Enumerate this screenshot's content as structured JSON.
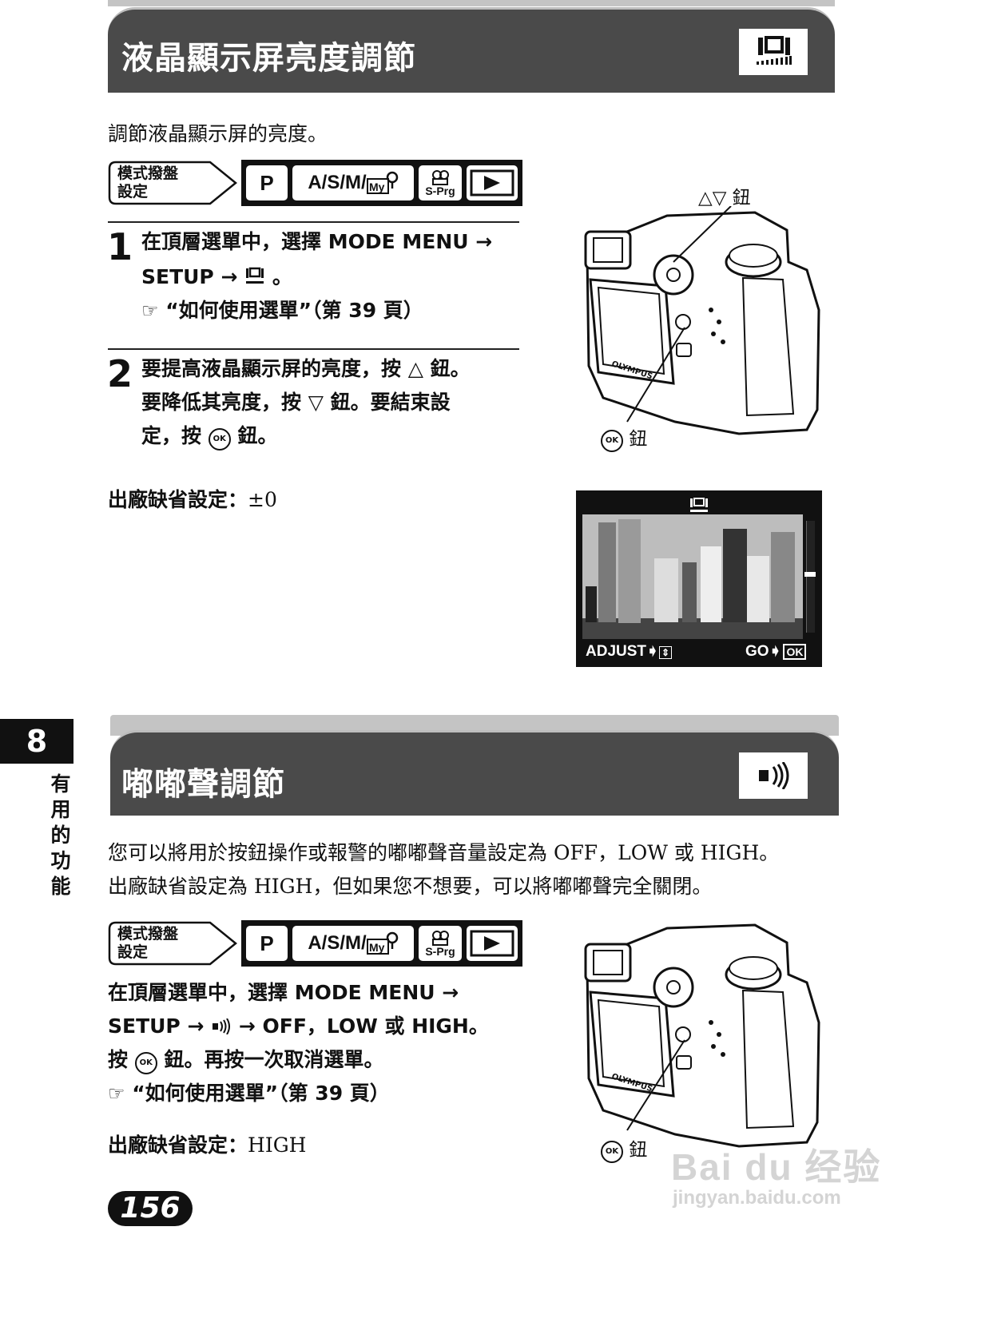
{
  "section1": {
    "title": "液晶顯示屏亮度調節",
    "icon": "lcd-brightness-icon",
    "intro": "調節液晶顯示屏的亮度。",
    "mode_label_line1": "模式撥盤",
    "mode_label_line2": "設定",
    "modes": [
      "P",
      "A/S/M/",
      "S-Prg"
    ],
    "mode_icons": [
      "my-mode-icon",
      "scene-program-icon",
      "playback-icon"
    ],
    "step1_num": "1",
    "step1_line1": "在頂層選單中，選擇 MODE MENU →",
    "step1_line2": "SETUP →",
    "step1_line2_end": "。",
    "step1_ref": "“如何使用選單”（第 39 頁）",
    "step2_num": "2",
    "step2_line1": "要提高液晶顯示屏的亮度，按 △ 鈕。",
    "step2_line2": "要降低其亮度，按 ▽ 鈕。要結束設",
    "step2_line3_a": "定，按",
    "step2_line3_b": "鈕。",
    "default_label": "出廠缺省設定：",
    "default_value": "±0",
    "cam_caption_arrows": "△▽ 鈕",
    "cam_caption_ok": "鈕",
    "lcd_adjust": "ADJUST",
    "lcd_go": "GO",
    "lcd_ok": "OK"
  },
  "section2": {
    "title": "嘟嘟聲調節",
    "icon": "beep-icon",
    "intro_line1": "您可以將用於按鈕操作或報警的嘟嘟聲音量設定為 OFF，LOW 或 HIGH。",
    "intro_line2": "出廠缺省設定為 HIGH，但如果您不想要，可以將嘟嘟聲完全關閉。",
    "mode_label_line1": "模式撥盤",
    "mode_label_line2": "設定",
    "modes": [
      "P",
      "A/S/M/",
      "S-Prg"
    ],
    "line1": "在頂層選單中，選擇 MODE MENU →",
    "line2_a": "SETUP →",
    "line2_b": "→ OFF，LOW 或 HIGH。",
    "line3_a": "按",
    "line3_b": "鈕。再按一次取消選單。",
    "ref": "“如何使用選單”（第 39 頁）",
    "default_label": "出廠缺省設定：",
    "default_value": "HIGH",
    "cam_caption_ok": "鈕"
  },
  "sidebar": {
    "chapter": "8",
    "chapter_title": [
      "有",
      "用",
      "的",
      "功",
      "能"
    ]
  },
  "page_number": "156",
  "watermark": {
    "line1": "Bai du 经验",
    "line2": "jingyan.baidu.com"
  }
}
